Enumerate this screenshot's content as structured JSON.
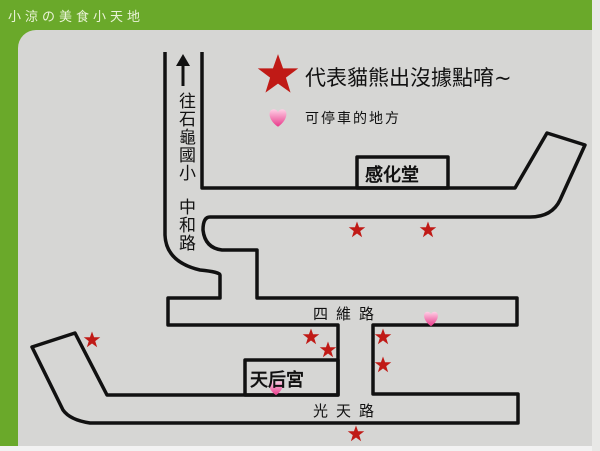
{
  "watermark": "小涼の美食小天地",
  "legend": {
    "star_label": "代表貓熊出沒據點唷~",
    "heart_label": "可停車的地方",
    "star_color": "#c01a16",
    "heart_color": "#f06aa8"
  },
  "directions": {
    "toward": "往石龜國小",
    "road": "中和路"
  },
  "landmarks": {
    "ganhuatang": "感化堂",
    "tianhougong": "天后宮"
  },
  "roads": {
    "siwei": "四維路",
    "guangtian": "光天路"
  }
}
